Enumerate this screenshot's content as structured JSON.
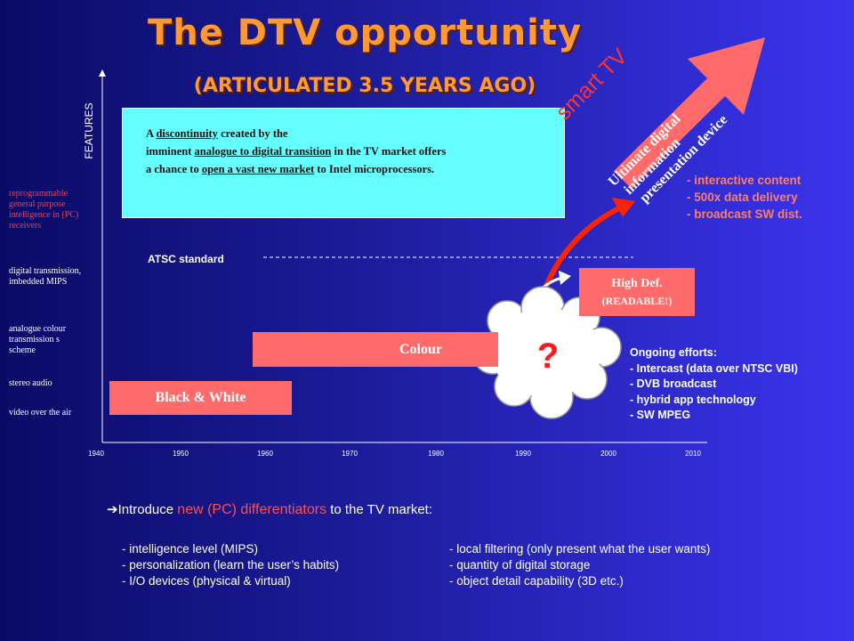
{
  "slide": {
    "title": "The DTV opportunity",
    "subtitle": "(ARTICULATED 3.5 YEARS AGO)"
  },
  "discontinuity_box": {
    "line1_a": "A ",
    "line1_u": "discontinuity",
    "line1_b": " created by the",
    "line2_a": "imminent ",
    "line2_u": "analogue to digital transition",
    "line2_b": " in the TV market offers",
    "line3_a": "a chance to ",
    "line3_u": "open a vast new market",
    "line3_b": " to Intel microprocessors."
  },
  "axis": {
    "y_label": "FEATURES",
    "years": [
      "1940",
      "1950",
      "1960",
      "1970",
      "1980",
      "1990",
      "2000",
      "2010"
    ]
  },
  "feature_levels": [
    "reprogrammable general purpose intelligence in (PC) receivers",
    "digital transmission, imbedded MIPS",
    "analogue colour transmission s scheme",
    "stereo audio",
    "video over the air"
  ],
  "bars": {
    "bw": "Black & White",
    "colour": "Colour"
  },
  "atsc": "ATSC standard",
  "high_def": {
    "line1": "High Def.",
    "line2": "(READABLE!)"
  },
  "unknown": "?",
  "ongoing": {
    "heading": "Ongoing efforts:",
    "items": [
      "- Intercast (data over NTSC VBI)",
      "- DVB broadcast",
      "- hybrid app technology",
      "- SW  MPEG"
    ]
  },
  "smart_tv": "smart TV",
  "big_arrow": {
    "line1": "Ultimate digital",
    "line2": "information",
    "line3": "presentation device"
  },
  "benefits": [
    "- interactive content",
    "- 500x data delivery",
    "- broadcast SW dist."
  ],
  "introduce": {
    "before": "Introduce ",
    "highlight": "new (PC) differentiators",
    "after": " to the TV market:"
  },
  "differentiators_left": [
    "- intelligence level (MIPS)",
    "- personalization (learn the user’s habits)",
    "- I/O devices (physical & virtual)"
  ],
  "differentiators_right": [
    "- local filtering (only present what the user wants)",
    "- quantity of digital storage",
    "- object detail capability (3D etc.)"
  ],
  "colors": {
    "title": "#ff9933",
    "bar": "#ff6b6b",
    "box": "#66ffff",
    "highlight": "#ff5050"
  }
}
